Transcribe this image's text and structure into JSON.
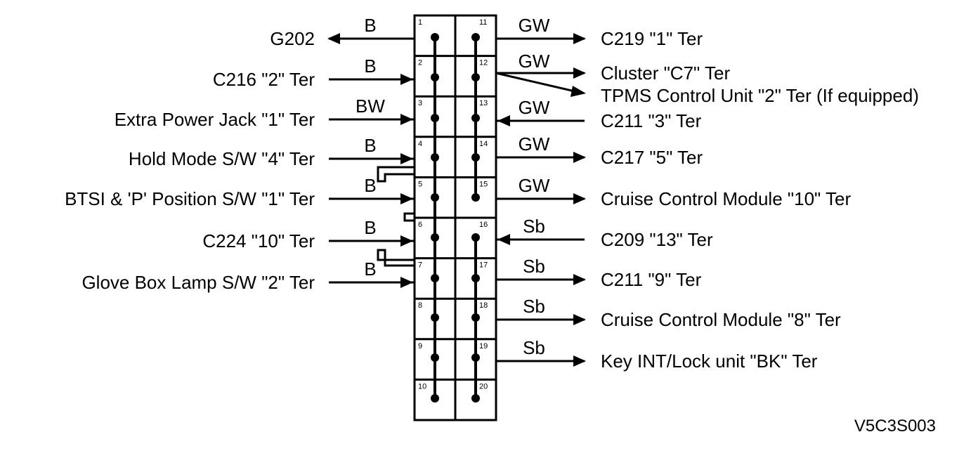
{
  "connector": {
    "left_pins": [
      "1",
      "2",
      "3",
      "4",
      "5",
      "6",
      "7",
      "8",
      "9",
      "10"
    ],
    "right_pins": [
      "11",
      "12",
      "13",
      "14",
      "15",
      "16",
      "17",
      "18",
      "19",
      "20"
    ]
  },
  "left_circuits": [
    {
      "pin": "1",
      "label": "G202",
      "wire": "B",
      "direction": "out"
    },
    {
      "pin": "2",
      "label": "C216 \"2\" Ter",
      "wire": "B",
      "direction": "in"
    },
    {
      "pin": "3",
      "label": "Extra Power Jack \"1\" Ter",
      "wire": "BW",
      "direction": "in"
    },
    {
      "pin": "4",
      "label": "Hold Mode S/W \"4\" Ter",
      "wire": "B",
      "direction": "in"
    },
    {
      "pin": "5",
      "label": "BTSI & 'P' Position S/W \"1\" Ter",
      "wire": "B",
      "direction": "in"
    },
    {
      "pin": "6",
      "label": "C224 \"10\" Ter",
      "wire": "B",
      "direction": "in"
    },
    {
      "pin": "7",
      "label": "Glove Box Lamp S/W \"2\" Ter",
      "wire": "B",
      "direction": "in"
    }
  ],
  "right_circuits": [
    {
      "pin": "11",
      "label": "C219 \"1\" Ter",
      "wire": "GW",
      "direction": "out"
    },
    {
      "pin": "12",
      "label": "Cluster \"C7\" Ter",
      "label2": "TPMS Control Unit \"2\" Ter (If equipped)",
      "wire": "GW",
      "direction": "out"
    },
    {
      "pin": "13",
      "label": "C211 \"3\" Ter",
      "wire": "GW",
      "direction": "in"
    },
    {
      "pin": "14",
      "label": "C217 \"5\" Ter",
      "wire": "GW",
      "direction": "out"
    },
    {
      "pin": "15",
      "label": "Cruise Control Module \"10\" Ter",
      "wire": "GW",
      "direction": "out"
    },
    {
      "pin": "16",
      "label": "C209 \"13\" Ter",
      "wire": "Sb",
      "direction": "in"
    },
    {
      "pin": "17",
      "label": "C211 \"9\" Ter",
      "wire": "Sb",
      "direction": "out"
    },
    {
      "pin": "18",
      "label": "Cruise Control Module \"8\" Ter",
      "wire": "Sb",
      "direction": "out"
    },
    {
      "pin": "19",
      "label": "Key INT/Lock unit \"BK\" Ter",
      "wire": "Sb",
      "direction": "out"
    }
  ],
  "diagram_code": "V5C3S003"
}
